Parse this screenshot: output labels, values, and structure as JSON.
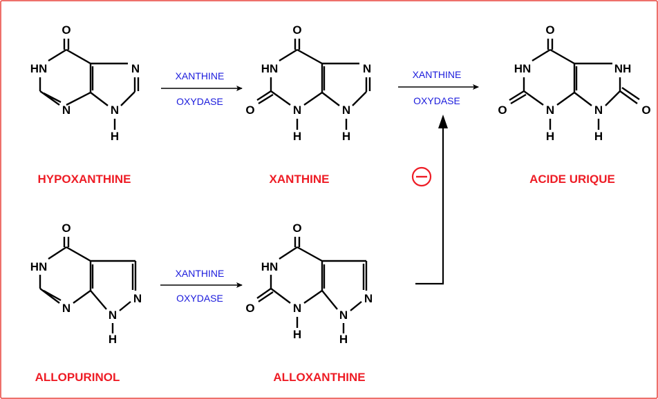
{
  "colors": {
    "name": "#ee1c25",
    "enzyme": "#1a1adc",
    "border": "#e8403a",
    "bond": "#000000"
  },
  "compounds": {
    "hypoxanthine": "HYPOXANTHINE",
    "xanthine": "XANTHINE",
    "uric_acid": "ACIDE URIQUE",
    "allopurinol": "ALLOPURINOL",
    "alloxanthine": "ALLOXANTHINE"
  },
  "arrows": [
    {
      "top": "XANTHINE",
      "bottom": "OXYDASE"
    },
    {
      "top": "XANTHINE",
      "bottom": "OXYDASE"
    },
    {
      "top": "XANTHINE",
      "bottom": "OXYDASE"
    }
  ],
  "inhibition_symbol": "minus-circle-icon",
  "atoms": {
    "O": "O",
    "HN": "HN",
    "NH": "NH",
    "N": "N",
    "H": "H"
  }
}
